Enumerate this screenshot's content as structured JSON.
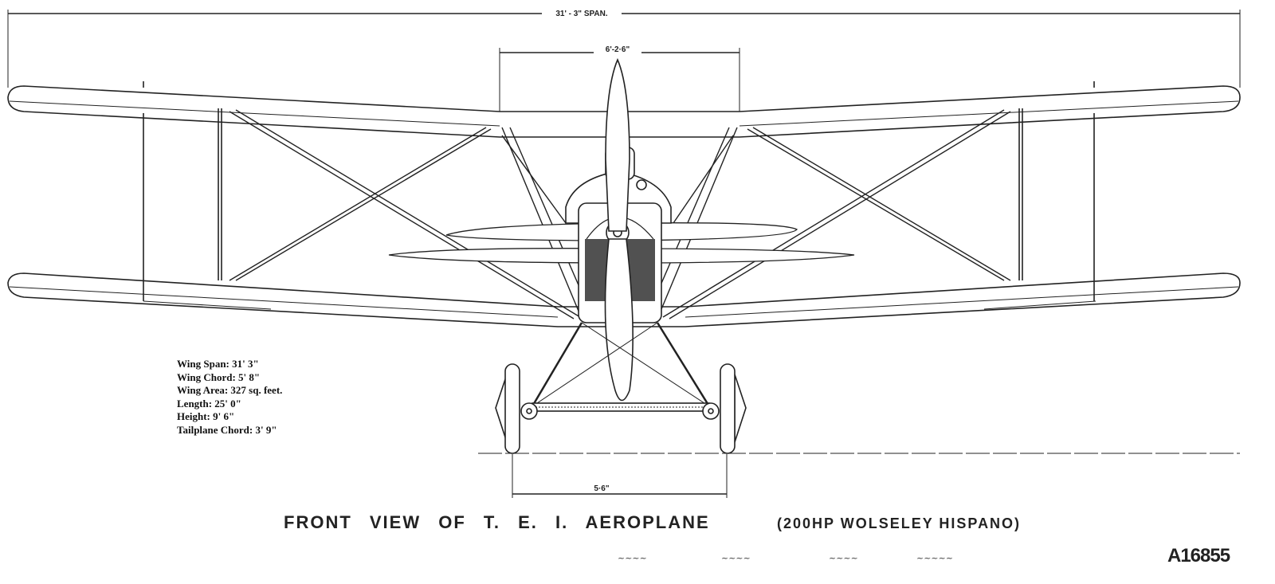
{
  "dimensions": {
    "span": "31' - 3\" SPAN.",
    "centre_section": "6'-2·6\"",
    "track": "5·6\""
  },
  "specs": [
    "Wing Span: 31' 3\"",
    "Wing Chord: 5' 8\"",
    "Wing Area: 327 sq. feet.",
    "Length: 25' 0\"",
    "Height: 9' 6\"",
    "Tailplane Chord: 3' 9\""
  ],
  "title": "FRONT VIEW OF T. E. I. AEROPLANE",
  "subtitle": "(200HP WOLSELEY HISPANO)",
  "drawing_number": "A16855"
}
